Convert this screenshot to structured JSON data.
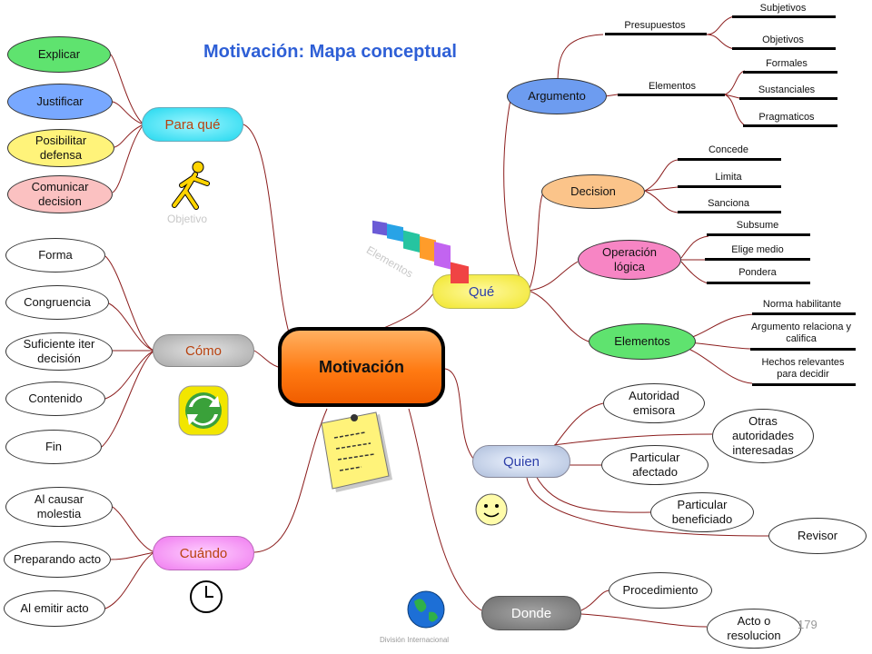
{
  "title": "Motivación: Mapa conceptual",
  "center": "Motivación",
  "page_number": "179",
  "footer": "División Internacional",
  "captions": {
    "objetivo": "Objetivo",
    "elementos": "Elementos"
  },
  "para_que": {
    "label": "Para qué",
    "items": [
      "Explicar",
      "Justificar",
      "Posibilitar defensa",
      "Comunicar decision"
    ]
  },
  "como": {
    "label": "Cómo",
    "items": [
      "Forma",
      "Congruencia",
      "Suficiente iter decisión",
      "Contenido",
      "Fin"
    ]
  },
  "cuando": {
    "label": "Cuándo",
    "items": [
      "Al causar molestia",
      "Preparando acto",
      "Al emitir acto"
    ]
  },
  "que": {
    "label": "Qué",
    "argumento": {
      "label": "Argumento",
      "presupuestos": "Presupuestos",
      "subjetivos": "Subjetivos",
      "objetivos": "Objetivos",
      "elementos": "Elementos",
      "formales": "Formales",
      "sustanciales": "Sustanciales",
      "pragmaticos": "Pragmaticos"
    },
    "decision": {
      "label": "Decision",
      "items": [
        "Concede",
        "Limita",
        "Sanciona"
      ]
    },
    "operacion": {
      "label": "Operación lógica",
      "items": [
        "Subsume",
        "Elige medio",
        "Pondera"
      ]
    },
    "elementos": {
      "label": "Elementos",
      "items": [
        "Norma habilitante",
        "Argumento relaciona y califica",
        "Hechos relevantes para decidir"
      ]
    }
  },
  "quien": {
    "label": "Quien",
    "items": [
      "Autoridad emisora",
      "Otras autoridades interesadas",
      "Particular afectado",
      "Particular beneficiado",
      "Revisor"
    ]
  },
  "donde": {
    "label": "Donde",
    "items": [
      "Procedimiento",
      "Acto o resolucion"
    ]
  }
}
